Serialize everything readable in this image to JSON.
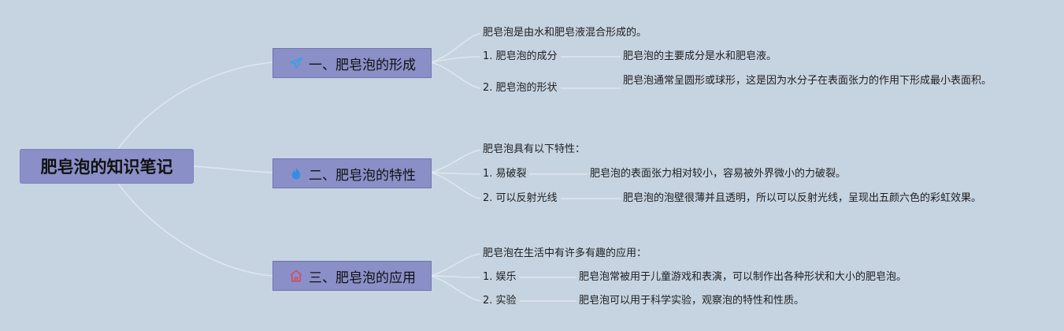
{
  "root": {
    "title": "肥皂泡的知识笔记"
  },
  "branches": [
    {
      "title": "一、肥皂泡的形成",
      "icon": "paper-plane-icon",
      "icon_color": "#3aa0e8",
      "intro": "肥皂泡是由水和肥皂液混合形成的。",
      "items": [
        {
          "label": "1. 肥皂泡的成分",
          "desc": "肥皂泡的主要成分是水和肥皂液。"
        },
        {
          "label": "2. 肥皂泡的形状",
          "desc": "肥皂泡通常呈圆形或球形，这是因为水分子在表面张力的作用下形成最小表面积。"
        }
      ]
    },
    {
      "title": "二、肥皂泡的特性",
      "icon": "flame-icon",
      "icon_color": "#2f8ee6",
      "intro": "肥皂泡具有以下特性：",
      "items": [
        {
          "label": "1. 易破裂",
          "desc": "肥皂泡的表面张力相对较小，容易被外界微小的力破裂。"
        },
        {
          "label": "2. 可以反射光线",
          "desc": "肥皂泡的泡壁很薄并且透明，所以可以反射光线，呈现出五颜六色的彩虹效果。"
        }
      ]
    },
    {
      "title": "三、肥皂泡的应用",
      "icon": "home-icon",
      "icon_color": "#d6455d",
      "intro": "肥皂泡在生活中有许多有趣的应用：",
      "items": [
        {
          "label": "1. 娱乐",
          "desc": "肥皂泡常被用于儿童游戏和表演，可以制作出各种形状和大小的肥皂泡。"
        },
        {
          "label": "2. 实验",
          "desc": "肥皂泡可以用于科学实验，观察泡的特性和性质。"
        }
      ]
    }
  ],
  "colors": {
    "background": "#c6d3e1",
    "node": "#8a8fc7",
    "connector": "#dde6ef"
  }
}
